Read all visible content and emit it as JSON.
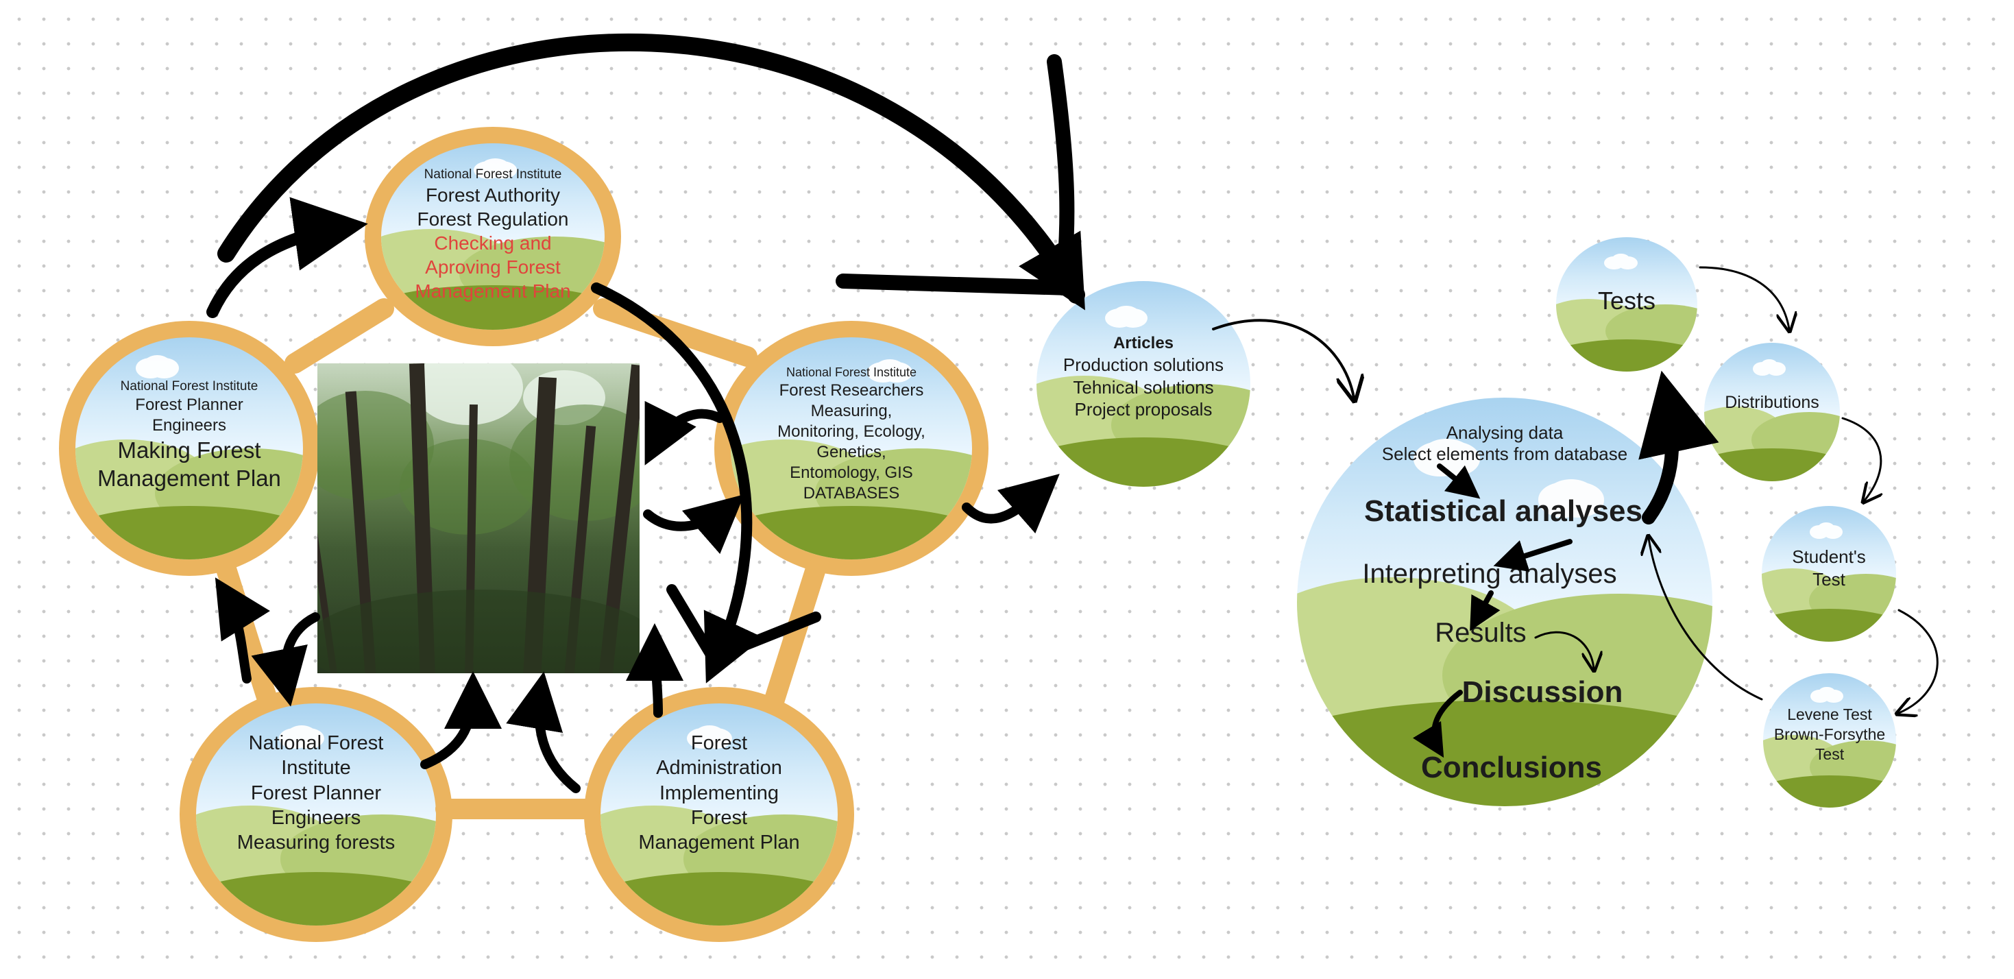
{
  "top_circle": {
    "institute": "National Forest Institute",
    "line1": "Forest Authority",
    "line2": "Forest Regulation",
    "red1": "Checking and",
    "red2": "Aproving Forest",
    "red3": "Management Plan"
  },
  "left_circle": {
    "institute": "National Forest Institute",
    "line1": "Forest Planner",
    "line2": "Engineers",
    "line3": "Making Forest",
    "line4": "Management Plan"
  },
  "right_circle": {
    "institute": "National Forest Institute",
    "line1": "Forest Researchers",
    "line2": "Measuring,",
    "line3": "Monitoring, Ecology,",
    "line4": "Genetics,",
    "line5": "Entomology, GIS",
    "line6": "DATABASES"
  },
  "bottom_left_circle": {
    "line1": "National Forest",
    "line2": "Institute",
    "line3": "Forest Planner",
    "line4": "Engineers",
    "line5": "Measuring forests"
  },
  "bottom_right_circle": {
    "line1": "Forest",
    "line2": "Administration",
    "line3": "Implementing",
    "line4": "Forest",
    "line5": "Management Plan"
  },
  "articles_circle": {
    "title": "Articles",
    "line1": "Production solutions",
    "line2": "Tehnical solutions",
    "line3": "Project proposals"
  },
  "analysis_circle": {
    "line1": "Analysing data",
    "line2": "Select elements from database",
    "statistical": "Statistical analyses",
    "interpreting": "Interpreting analyses",
    "results": "Results",
    "discussion": "Discussion",
    "conclusions": "Conclusions"
  },
  "tests_circle": {
    "label": "Tests"
  },
  "distributions_circle": {
    "label": "Distributions"
  },
  "student_circle": {
    "line1": "Student's",
    "line2": "Test"
  },
  "levene_circle": {
    "line1": "Levene Test",
    "line2": "Brown-Forsythe",
    "line3": "Test"
  },
  "colors": {
    "ring": "#ebb45f",
    "arrow": "#000000",
    "red_text": "#e0443c",
    "grass": "#7d9c2b"
  }
}
